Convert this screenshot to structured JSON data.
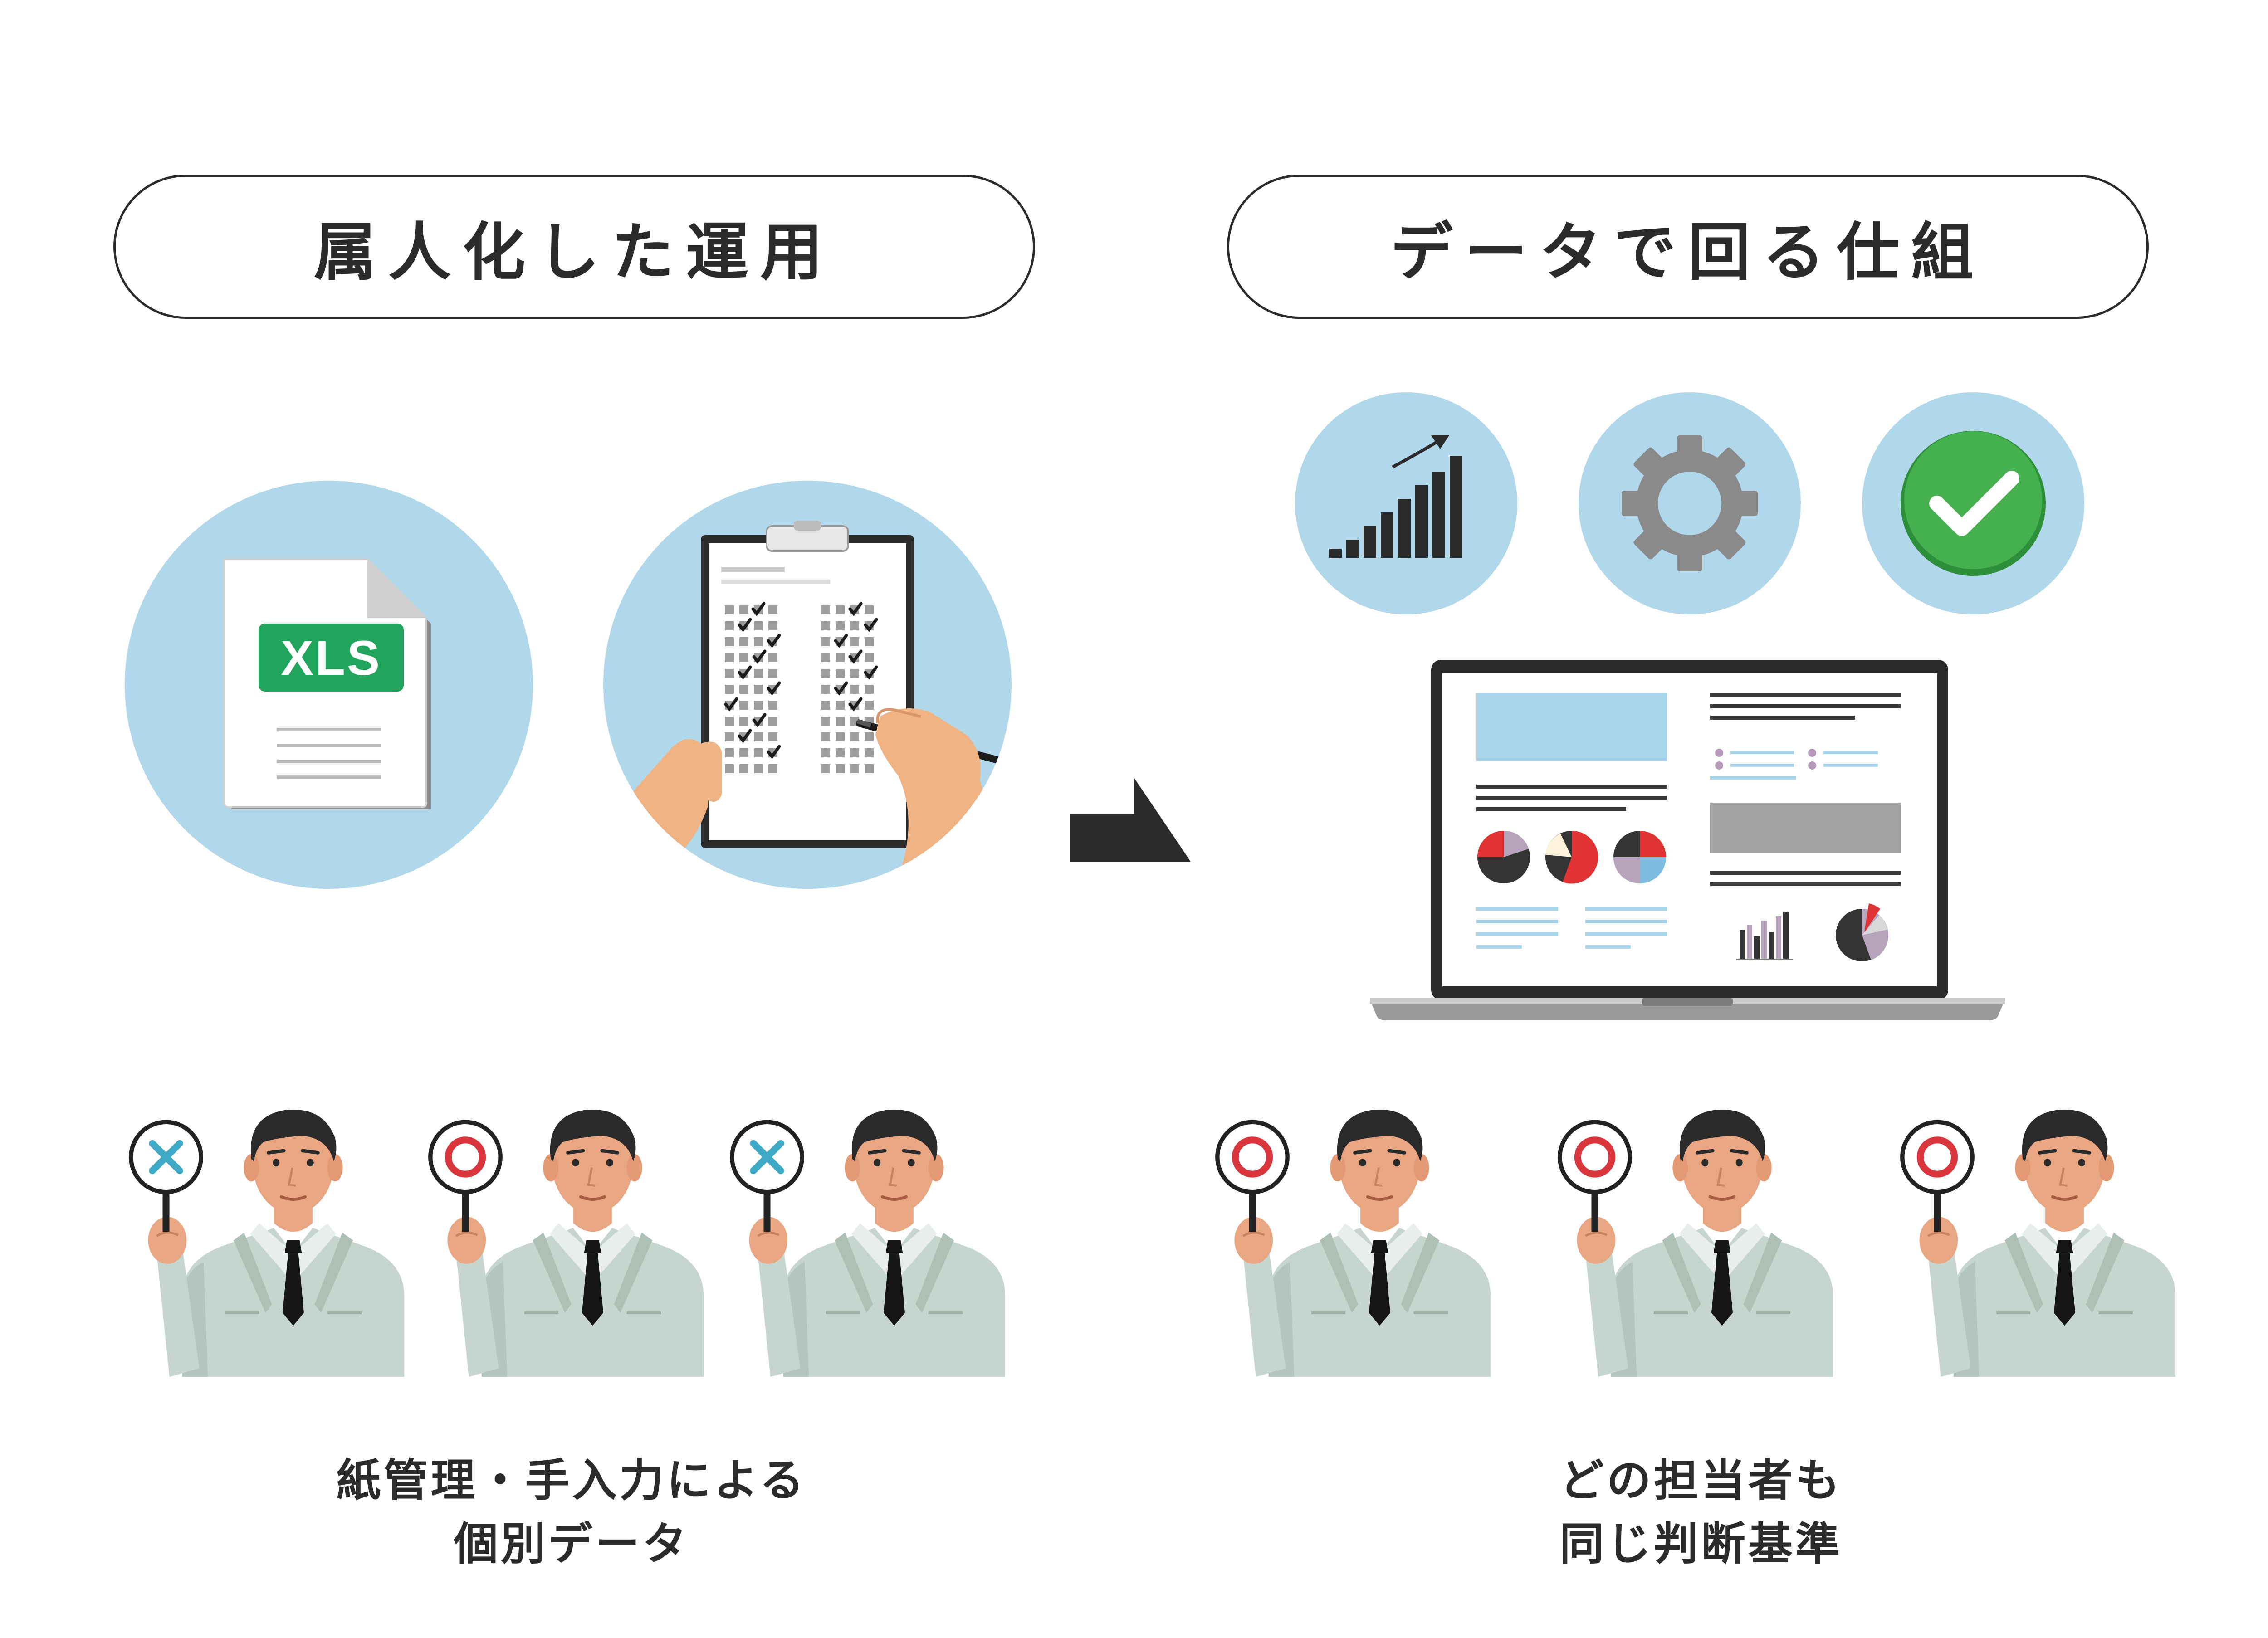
{
  "left": {
    "heading": "属人化した運用",
    "file_badge": "XLS",
    "caption_line1": "紙管理・手入力による",
    "caption_line2": "個別データ",
    "signs": [
      "×",
      "○",
      "×"
    ]
  },
  "right": {
    "heading": "データで回る仕組",
    "caption_line1": "どの担当者も",
    "caption_line2": "同じ判断基準",
    "signs": [
      "○",
      "○",
      "○"
    ]
  },
  "colors": {
    "circle": "#b0d7ea",
    "text": "#2b2b2b",
    "xls_green": "#21a55c",
    "check_green": "#3fae47",
    "suit": "#c6d6ce",
    "skin": "#e8a682",
    "sign_cross": "#3fa9c6",
    "sign_circle": "#d9363e"
  }
}
